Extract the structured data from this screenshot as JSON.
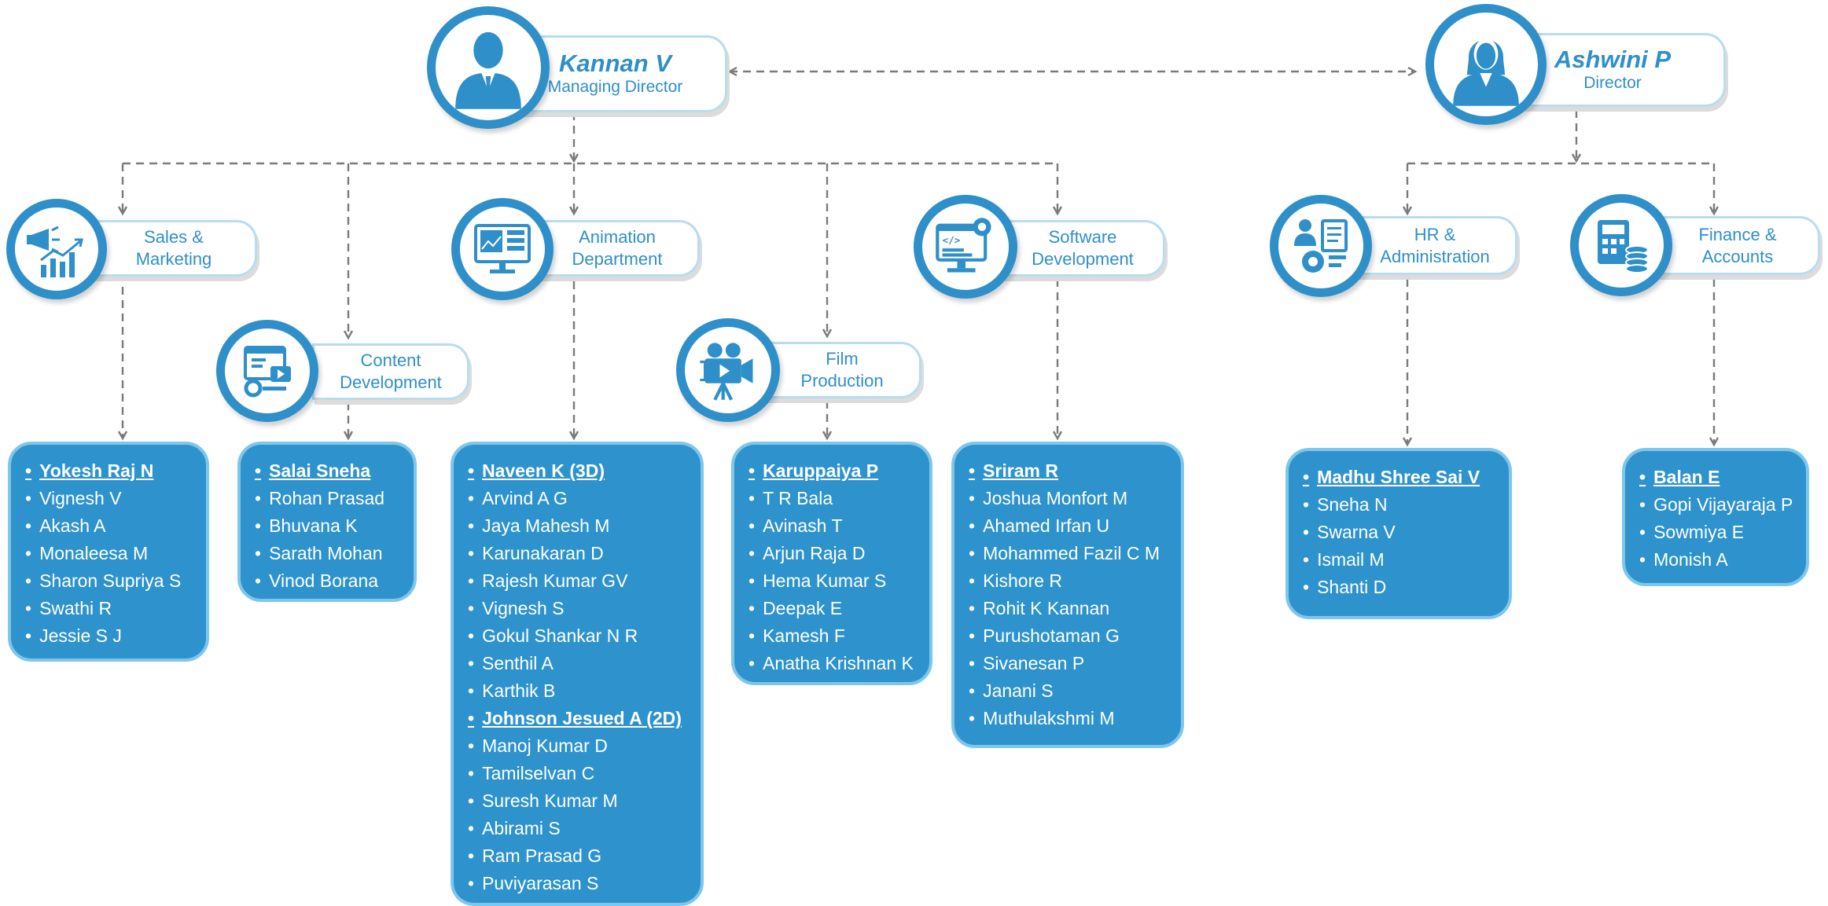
{
  "executives": [
    {
      "name": "Kannan V",
      "title": "Managing Director",
      "icon": "male-executive-icon"
    },
    {
      "name": "Ashwini P",
      "title": "Director",
      "icon": "female-executive-icon"
    }
  ],
  "departments": [
    {
      "key": "sales",
      "label_lines": [
        "Sales &",
        "Marketing"
      ],
      "icon": "megaphone-chart-icon"
    },
    {
      "key": "content",
      "label_lines": [
        "Content",
        "Development"
      ],
      "icon": "content-media-icon"
    },
    {
      "key": "animation",
      "label_lines": [
        "Animation",
        "Department"
      ],
      "icon": "design-monitor-icon"
    },
    {
      "key": "film",
      "label_lines": [
        "Film",
        "Production"
      ],
      "icon": "film-camera-icon"
    },
    {
      "key": "software",
      "label_lines": [
        "Software",
        "Development"
      ],
      "icon": "code-monitor-icon"
    },
    {
      "key": "hr",
      "label_lines": [
        "HR &",
        "Administration"
      ],
      "icon": "people-document-icon"
    },
    {
      "key": "finance",
      "label_lines": [
        "Finance &",
        "Accounts"
      ],
      "icon": "calculator-coins-icon"
    }
  ],
  "teams": [
    {
      "key": "sales",
      "members": [
        "Yokesh Raj N",
        "Vignesh V",
        "Akash A",
        "Monaleesa M",
        "Sharon Supriya S",
        "Swathi R",
        "Jessie S J"
      ],
      "leads": [
        "Yokesh Raj N"
      ]
    },
    {
      "key": "content",
      "members": [
        "Salai Sneha",
        "Rohan Prasad",
        "Bhuvana K",
        "Sarath Mohan",
        "Vinod Borana"
      ],
      "leads": [
        "Salai Sneha"
      ]
    },
    {
      "key": "animation",
      "members": [
        "Naveen K (3D)",
        "Arvind A G",
        "Jaya Mahesh M",
        "Karunakaran D",
        "Rajesh Kumar GV",
        "Vignesh S",
        "Gokul Shankar N R",
        "Senthil A",
        "Karthik B",
        "Johnson Jesued A (2D)",
        "Manoj Kumar D",
        "Tamilselvan C",
        "Suresh Kumar M",
        "Abirami S",
        "Ram Prasad G",
        "Puviyarasan S"
      ],
      "leads": [
        "Naveen K (3D)",
        "Johnson Jesued A (2D)"
      ]
    },
    {
      "key": "film",
      "members": [
        "Karuppaiya P",
        "T R Bala",
        "Avinash T",
        "Arjun Raja D",
        "Hema Kumar S",
        "Deepak E",
        "Kamesh F",
        "Anatha Krishnan K"
      ],
      "leads": [
        "Karuppaiya P"
      ]
    },
    {
      "key": "software",
      "members": [
        "Sriram R",
        "Joshua Monfort M",
        "Ahamed Irfan U",
        "Mohammed Fazil C M",
        "Kishore R",
        "Rohit K Kannan",
        "Purushotaman G",
        "Sivanesan P",
        "Janani S",
        "Muthulakshmi M"
      ],
      "leads": [
        "Sriram R"
      ]
    },
    {
      "key": "hr",
      "members": [
        "Madhu Shree Sai V",
        "Sneha N",
        "Swarna V",
        "Ismail M",
        "Shanti D"
      ],
      "leads": [
        "Madhu Shree Sai V"
      ]
    },
    {
      "key": "finance",
      "members": [
        "Balan E",
        "Gopi Vijayaraja P",
        "Sowmiya E",
        "Monish A"
      ],
      "leads": [
        "Balan E"
      ]
    }
  ],
  "colors": {
    "primary": "#2e93cc",
    "ring": "#2e8fc9",
    "box_border": "#7fc6ec",
    "pill_border": "#b9dcef",
    "connector": "#7a7a7a"
  }
}
